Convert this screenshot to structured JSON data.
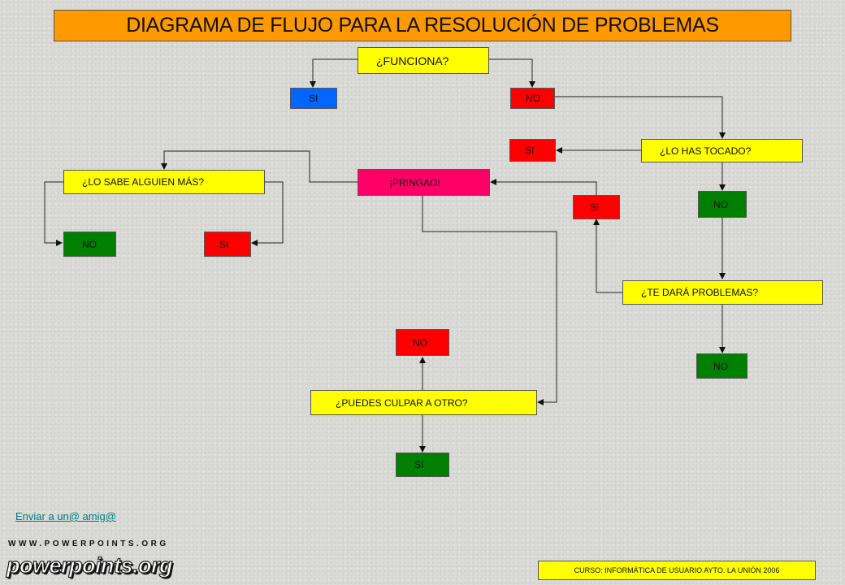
{
  "title": "DIAGRAMA DE FLUJO PARA LA RESOLUCIÓN DE PROBLEMAS",
  "nodes": {
    "funciona": "¿FUNCIONA?",
    "si_1": "SI",
    "no_1": "NO",
    "lo_has_tocado": "¿LO HAS TOCADO?",
    "si_2": "SI",
    "no_2": "NO",
    "pringao": "¡PRINGAO!",
    "lo_sabe": "¿LO SABE ALGUIEN MÁS?",
    "no_3": "NO",
    "si_3": "SI",
    "si_4": "SI",
    "te_dara_problemas": "¿TE DARÁ PROBLEMAS?",
    "no_4": "NO",
    "no_5": "NO",
    "puedes_culpar": "¿PUEDES CULPAR A OTRO?",
    "si_5": "SI"
  },
  "link_text": "Enviar a un@ amig@",
  "watermark": {
    "url": "WWW.POWERPOINTS.ORG",
    "logo": "powerpoints.org"
  },
  "footer": "CURSO: INFORMÁTICA DE USUARIO AYTO. LA UNIÓN 2006",
  "colors": {
    "title_bg": "#ff9900",
    "question": "#ffff00",
    "no_red": "#ff0000",
    "green": "#008000",
    "blue": "#0066ff",
    "pringao": "#ff0066"
  }
}
